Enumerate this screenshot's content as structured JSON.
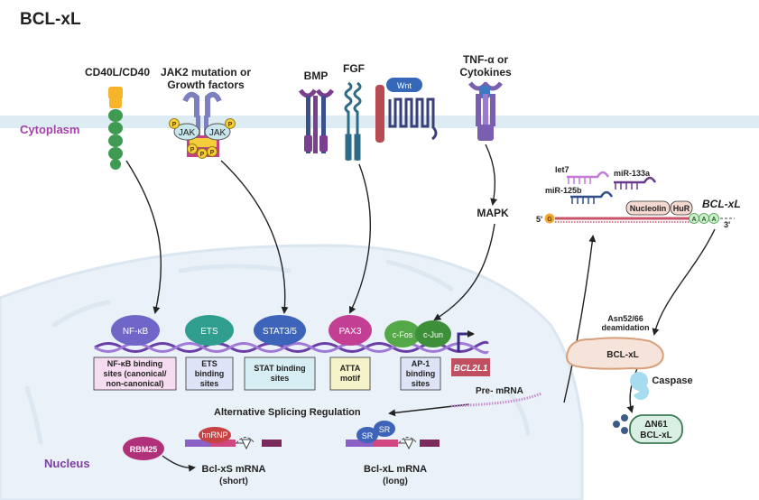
{
  "title": "BCL-xL",
  "compartments": {
    "cytoplasm": "Cytoplasm",
    "nucleus": "Nucleus"
  },
  "receptors": {
    "cd40": "CD40L/CD40",
    "jak2": [
      "JAK2 mutation or",
      "Growth factors"
    ],
    "jak": "JAK",
    "phospho": "P",
    "bmp": "BMP",
    "fgf": "FGF",
    "wnt": "Wnt",
    "tnf": [
      "TNF-α or",
      "Cytokines"
    ]
  },
  "mapk": "MAPK",
  "transcription_factors": {
    "nfkb": "NF-κB",
    "ets": "ETS",
    "stat": "STAT3/5",
    "pax3": "PAX3",
    "cfos": "c-Fos",
    "cjun": "c-Jun"
  },
  "binding_sites": {
    "nfkb": [
      "NF-κB binding",
      "sites (canonical/",
      "non-canonical)"
    ],
    "ets": [
      "ETS",
      "binding",
      "sites"
    ],
    "stat": [
      "STAT binding",
      "sites"
    ],
    "atta": [
      "ATTA",
      "motif"
    ],
    "ap1": [
      "AP-1",
      "binding",
      "sites"
    ]
  },
  "gene": "BCL2L1",
  "pre_mrna": "Pre- mRNA",
  "splicing": "Alternative Splicing Regulation",
  "rbm25": "RBM25",
  "hnrnp": "hnRNP",
  "sr": "SR",
  "bclxs": [
    "Bcl-xS mRNA",
    "(short)"
  ],
  "bclxl_mrna": [
    "Bcl-xL mRNA",
    "(long)"
  ],
  "mirnas": {
    "let7": "let7",
    "mir133a": "miR-133a",
    "mir125b": "miR-125b"
  },
  "rbps": {
    "nucleolin": "Nucleolin",
    "hur": "HuR"
  },
  "mrna_label": "BCL-xL",
  "mrna_ends": {
    "five": "5'",
    "three": "3'",
    "cap": "G",
    "polya": "A"
  },
  "deamidation": [
    "Asn52/66",
    "deamidation"
  ],
  "protein": "BCL-xL",
  "caspase": "Caspase",
  "delta": [
    "ΔN61",
    "BCL-xL"
  ]
}
